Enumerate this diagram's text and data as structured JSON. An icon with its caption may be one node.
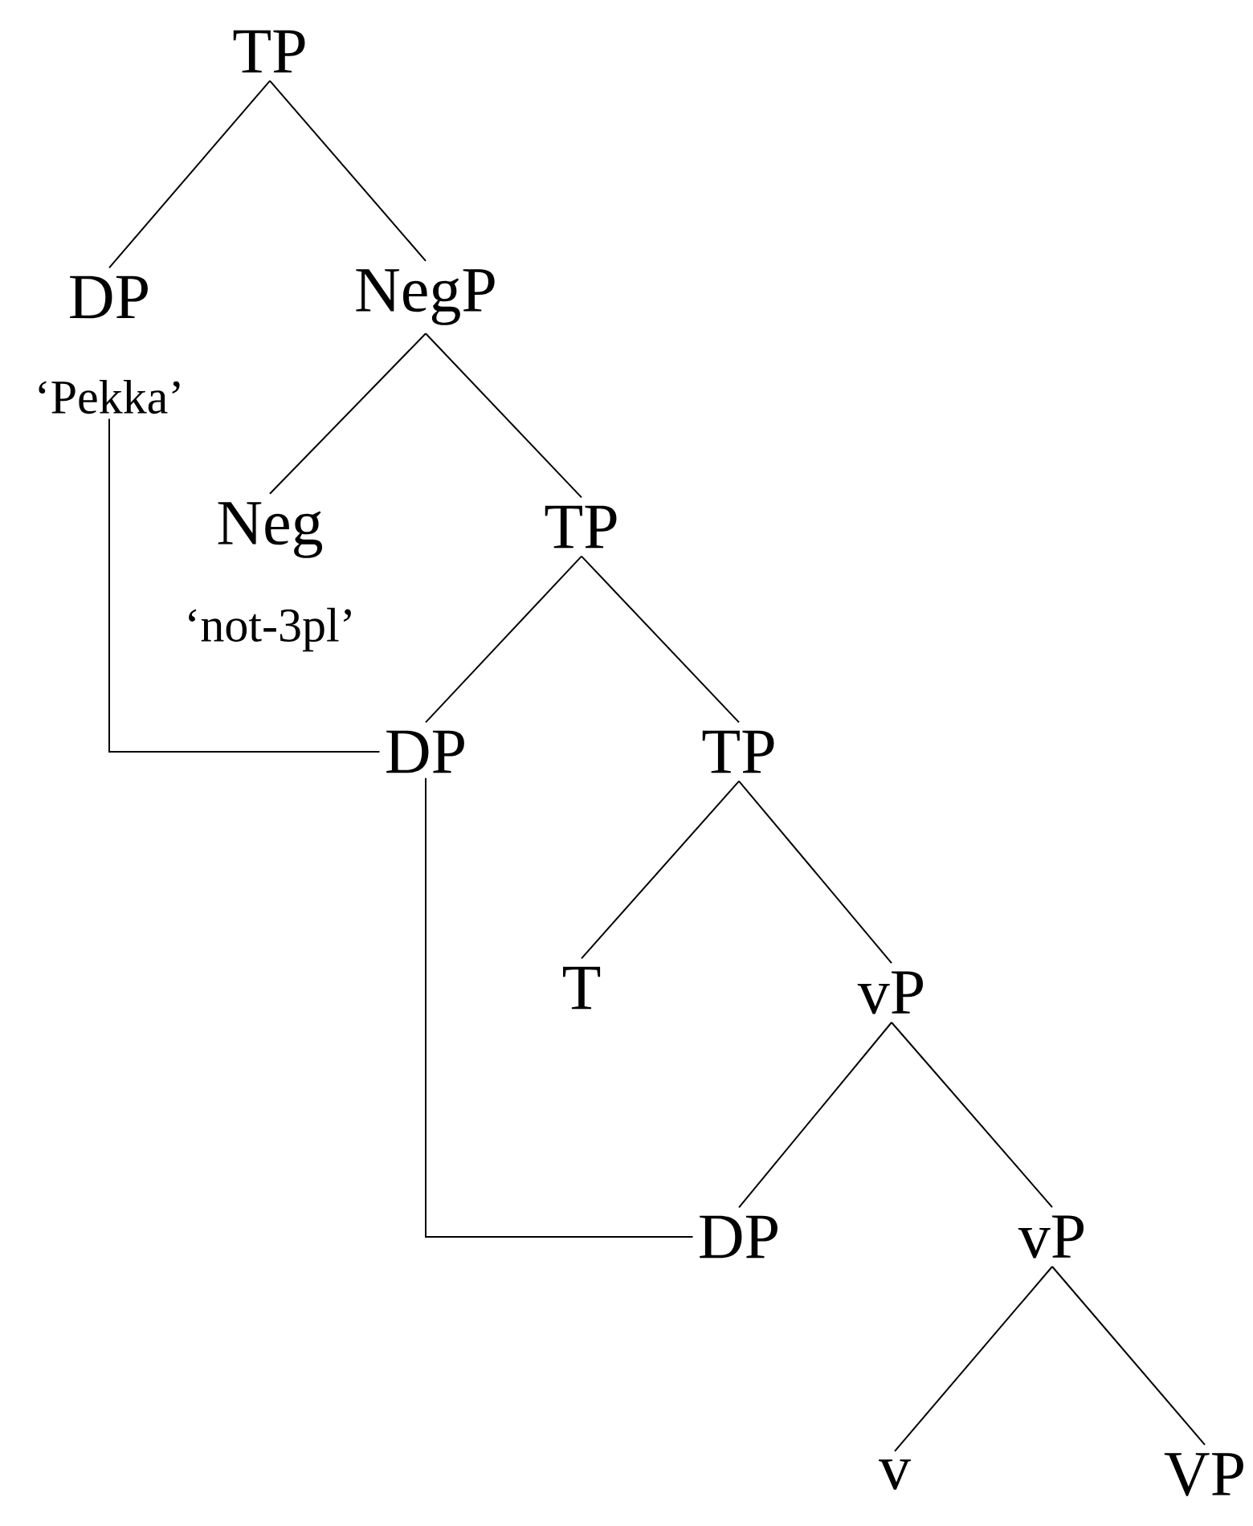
{
  "diagram": {
    "nodes": [
      {
        "text": [
          "TP"
        ]
      },
      {
        "text": [
          "DP"
        ],
        "beside": [
          "‘Pekka’"
        ]
      },
      {
        "text": [
          "NegP"
        ]
      },
      {
        "text": [
          "Neg"
        ],
        "beside": [
          "‘not-3pl’"
        ]
      },
      {
        "text": [
          "TP"
        ]
      },
      {
        "text": [
          "DP"
        ]
      },
      {
        "text": [
          "TP"
        ]
      },
      {
        "text": [
          "T"
        ]
      },
      {
        "text": [
          "vP"
        ]
      },
      {
        "text": [
          "DP"
        ]
      },
      {
        "text": [
          "vP"
        ]
      },
      {
        "text": [
          "v"
        ]
      },
      {
        "text": [
          "VP"
        ]
      }
    ],
    "edges": [
      {
        "from": 0,
        "to": 1,
        "arrow": "none"
      },
      {
        "from": 0,
        "to": 2,
        "arrow": "none"
      },
      {
        "from": 2,
        "to": 3,
        "arrow": "none"
      },
      {
        "from": 2,
        "to": 4,
        "arrow": "none"
      },
      {
        "from": 4,
        "to": 5,
        "arrow": "none"
      },
      {
        "from": 4,
        "to": 6,
        "arrow": "none"
      },
      {
        "from": 6,
        "to": 7,
        "arrow": "none"
      },
      {
        "from": 6,
        "to": 8,
        "arrow": "none"
      },
      {
        "from": 8,
        "to": 9,
        "arrow": "none"
      },
      {
        "from": 8,
        "to": 10,
        "arrow": "none"
      },
      {
        "from": 10,
        "to": 11,
        "arrow": "none"
      },
      {
        "from": 10,
        "to": 12,
        "arrow": "none"
      },
      {
        "from": 1,
        "to": 5,
        "arrow": "none"
      },
      {
        "from": 5,
        "to": 9,
        "arrow": "none"
      }
    ]
  }
}
